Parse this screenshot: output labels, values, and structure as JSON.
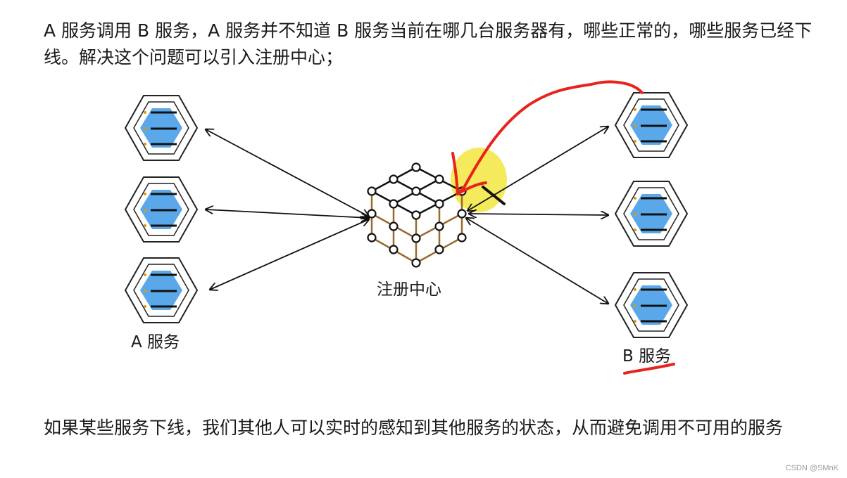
{
  "intro_text": "A 服务调用 B 服务，A 服务并不知道 B 服务当前在哪几台服务器有，哪些正常的，哪些服务已经下线。解决这个问题可以引入注册中心；",
  "conclusion_text": "如果某些服务下线，我们其他人可以实时的感知到其他服务的状态，从而避免调用不可用的服务",
  "labels": {
    "registry": "注册中心",
    "service_a": "A 服务",
    "service_b": "B 服务"
  },
  "watermark": "CSDN @SMnK",
  "colors": {
    "service_fill": "#5aa8ea",
    "annotation_red": "#e8231c",
    "highlight_yellow": "#f3e84a",
    "cube_edge": "#9a6a2a"
  }
}
